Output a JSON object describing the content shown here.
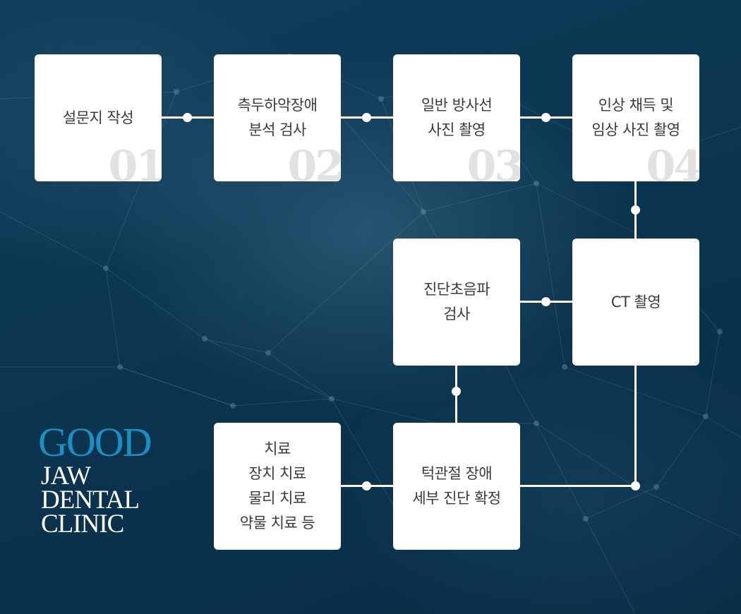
{
  "colors": {
    "background": "#0d3a55",
    "card": "#ffffff",
    "card_text": "#3a3a3a",
    "card_number": "#e2e2e2",
    "connector": "#ffffff",
    "logo_accent": "#1b8ec4",
    "logo_text": "#ffffff"
  },
  "steps": [
    {
      "label": "설문지 작성",
      "number": "01"
    },
    {
      "label": "측두하악장애\n분석 검사",
      "number": "02"
    },
    {
      "label": "일반 방사선\n사진 촬영",
      "number": "03"
    },
    {
      "label": "인상 채득 및\n임상 사진 촬영",
      "number": "04"
    },
    {
      "label": "CT 촬영"
    },
    {
      "label": "진단초음파\n검사"
    },
    {
      "label": "턱관절 장애\n세부 진단 확정"
    },
    {
      "label": "치료\n장치 치료\n물리 치료\n약물 치료 등"
    }
  ],
  "logo": {
    "word": "GOOD",
    "line1": "JAW",
    "line2": "DENTAL",
    "line3": "CLINIC"
  }
}
